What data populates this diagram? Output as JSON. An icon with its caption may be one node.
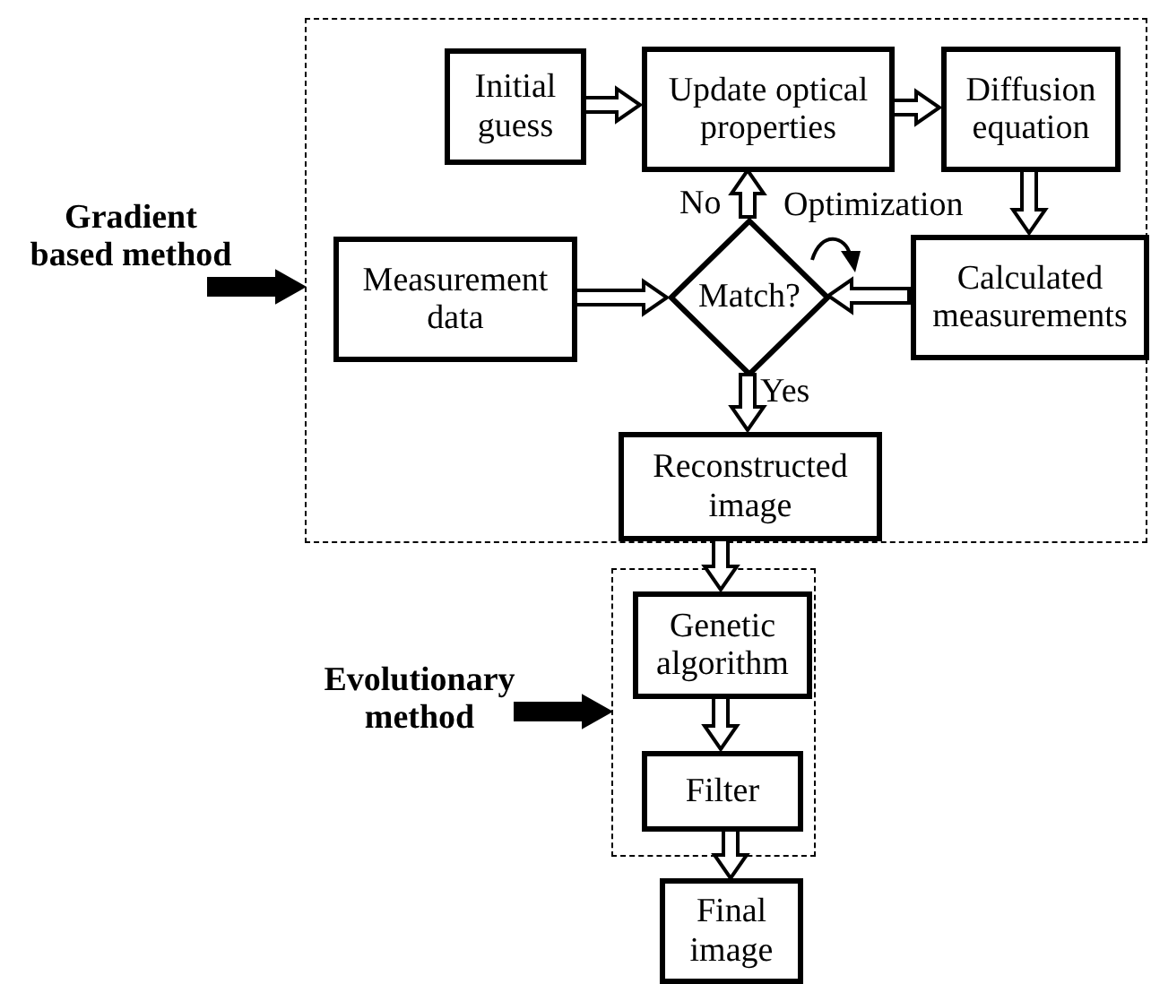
{
  "diagram": {
    "nodes": [
      {
        "text": [
          "Gradient based method"
        ]
      },
      {
        "text": [],
        "shape": "box"
      },
      {
        "text": [
          "Initial guess"
        ],
        "in": 1
      },
      {
        "text": [
          "Update optical properties"
        ],
        "in": 1
      },
      {
        "text": [
          "Diffusion equation"
        ],
        "in": 1
      },
      {
        "text": [
          "Measurement data"
        ],
        "in": 1
      },
      {
        "text": [
          "Match?"
        ],
        "in": 1
      },
      {
        "text": [
          "Calculated measurements"
        ],
        "in": 1
      },
      {
        "text": [
          "Reconstructed image"
        ],
        "in": 1
      },
      {
        "text": [
          "Evolutionary method"
        ]
      },
      {
        "text": [],
        "shape": "box"
      },
      {
        "text": [
          "Genetic algorithm"
        ],
        "in": 10
      },
      {
        "text": [
          "Filter"
        ],
        "in": 10
      },
      {
        "text": [
          "Final image"
        ]
      }
    ],
    "edges": [
      {
        "from": 0,
        "to": 1,
        "arrow": "to",
        "style": "thick"
      },
      {
        "from": 2,
        "to": 3,
        "arrow": "to"
      },
      {
        "from": 3,
        "to": 4,
        "arrow": "to"
      },
      {
        "from": 4,
        "to": 7,
        "arrow": "to"
      },
      {
        "from": 5,
        "to": 6,
        "arrow": "to"
      },
      {
        "from": 7,
        "to": 6,
        "arrow": "to"
      },
      {
        "from": 6,
        "to": 3,
        "arrow": "to",
        "label": "No"
      },
      {
        "from": 6,
        "to": 8,
        "arrow": "to",
        "label": "Yes"
      },
      {
        "from": 8,
        "to": 11,
        "arrow": "to"
      },
      {
        "from": 9,
        "to": 10,
        "arrow": "to",
        "style": "thick"
      },
      {
        "from": 11,
        "to": 12,
        "arrow": "to"
      },
      {
        "from": 12,
        "to": 13,
        "arrow": "to"
      }
    ],
    "labels": [
      "Optimization"
    ]
  }
}
